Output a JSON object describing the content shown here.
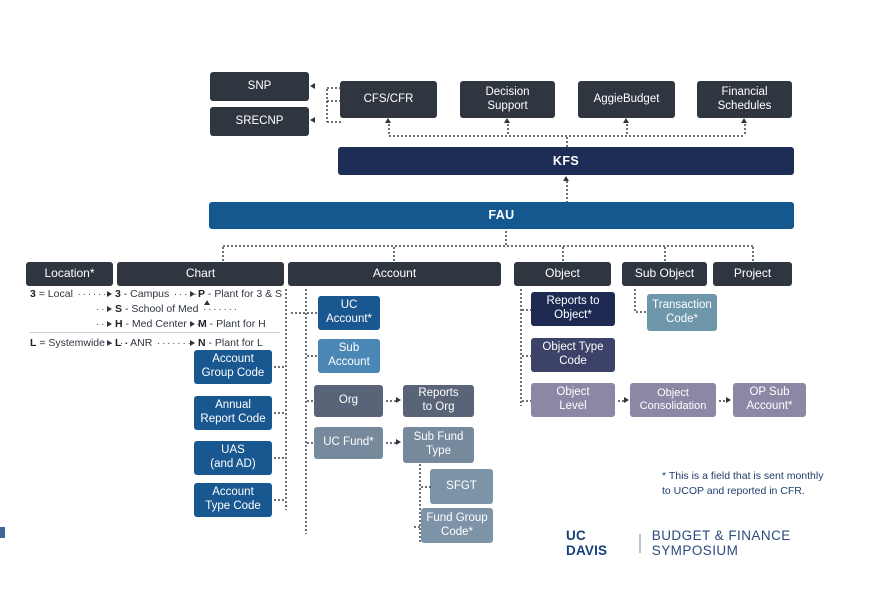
{
  "title": "UC Davis FAU / KFS Data Structure Diagram",
  "top_systems": {
    "left_outputs": [
      {
        "id": "snp",
        "label": "SNP"
      },
      {
        "id": "srecnp",
        "label": "SRECNP"
      }
    ],
    "consumers": [
      {
        "id": "cfs_cfr",
        "label": "CFS/CFR"
      },
      {
        "id": "decision_support",
        "label": "Decision\nSupport",
        "line1": "Decision",
        "line2": "Support"
      },
      {
        "id": "aggiebudget",
        "label": "AggieBudget"
      },
      {
        "id": "financial_schedules",
        "label": "Financial\nSchedules",
        "line1": "Financial",
        "line2": "Schedules"
      }
    ],
    "kfs": {
      "label": "KFS"
    },
    "fau": {
      "label": "FAU"
    }
  },
  "columns": [
    {
      "id": "location",
      "label": "Location*"
    },
    {
      "id": "chart",
      "label": "Chart"
    },
    {
      "id": "account",
      "label": "Account"
    },
    {
      "id": "object",
      "label": "Object"
    },
    {
      "id": "sub_object",
      "label": "Sub Object"
    },
    {
      "id": "project",
      "label": "Project"
    }
  ],
  "chart_legend": {
    "row1": {
      "code": "3",
      "text": " = Local",
      "c2": "3",
      "t2": " - Campus",
      "c3": "P",
      "t3": " - Plant for 3 & S"
    },
    "row2": {
      "c2": "S",
      "t2": " - School of Med"
    },
    "row3": {
      "c2": "H",
      "t2": " - Med Center",
      "c3": "M",
      "t3": " - Plant for H"
    },
    "row4": {
      "code": "L",
      "text": " = Systemwide",
      "c2": "L",
      "t2": " - ANR",
      "c3": "N",
      "t3": " - Plant for L"
    }
  },
  "chart_nodes": [
    {
      "id": "account_group_code",
      "line1": "Account",
      "line2": "Group Code",
      "color": "#18578f"
    },
    {
      "id": "annual_report_code",
      "line1": "Annual",
      "line2": "Report Code",
      "color": "#18578f"
    },
    {
      "id": "uas_and_ad",
      "line1": "UAS",
      "line2": "(and AD)",
      "color": "#18578f"
    },
    {
      "id": "account_type_code",
      "line1": "Account",
      "line2": "Type Code",
      "color": "#18578f"
    }
  ],
  "account_nodes": [
    {
      "id": "uc_account",
      "line1": "UC",
      "line2": "Account*",
      "color": "#18578f"
    },
    {
      "id": "sub_account",
      "line1": "Sub",
      "line2": "Account",
      "color": "#4a87b5"
    },
    {
      "id": "org",
      "line1": "Org",
      "line2": "",
      "color": "#5a6478"
    },
    {
      "id": "reports_to_org",
      "line1": "Reports",
      "line2": "to Org",
      "color": "#5a6478"
    },
    {
      "id": "uc_fund",
      "line1": "UC Fund*",
      "line2": "",
      "color": "#76899d"
    },
    {
      "id": "sub_fund_type",
      "line1": "Sub Fund",
      "line2": "Type",
      "color": "#76899d"
    },
    {
      "id": "sfgt",
      "line1": "SFGT",
      "line2": "",
      "color": "#7d94a8"
    },
    {
      "id": "fund_group_code",
      "line1": "Fund Group",
      "line2": "Code*",
      "color": "#7d94a8"
    }
  ],
  "object_nodes": [
    {
      "id": "reports_to_object",
      "line1": "Reports to",
      "line2": "Object*",
      "color": "#1e2a52"
    },
    {
      "id": "object_type_code",
      "line1": "Object Type",
      "line2": "Code",
      "color": "#3d4268"
    },
    {
      "id": "object_level",
      "line1": "Object",
      "line2": "Level",
      "color": "#8b87a5"
    },
    {
      "id": "object_consolidation",
      "line1": "Object",
      "line2": "Consolidation",
      "color": "#8b87a5"
    },
    {
      "id": "op_sub_account",
      "line1": "OP Sub",
      "line2": "Account*",
      "color": "#8b87a5"
    }
  ],
  "sub_object_nodes": [
    {
      "id": "transaction_code",
      "line1": "Transaction",
      "line2": "Code*",
      "color": "#6e97ab"
    }
  ],
  "footnote": {
    "line1": "* This is a field that is sent monthly",
    "line2": "to UCOP and reported in CFR."
  },
  "branding": {
    "institution": "UC DAVIS",
    "event": "BUDGET & FINANCE SYMPOSIUM"
  },
  "colors": {
    "charcoal": "#2f3640",
    "kfs_navy": "#1d2d56",
    "fau_blue": "#15578f",
    "accent_blue": "#18578f",
    "brand_navy": "#16407a"
  }
}
